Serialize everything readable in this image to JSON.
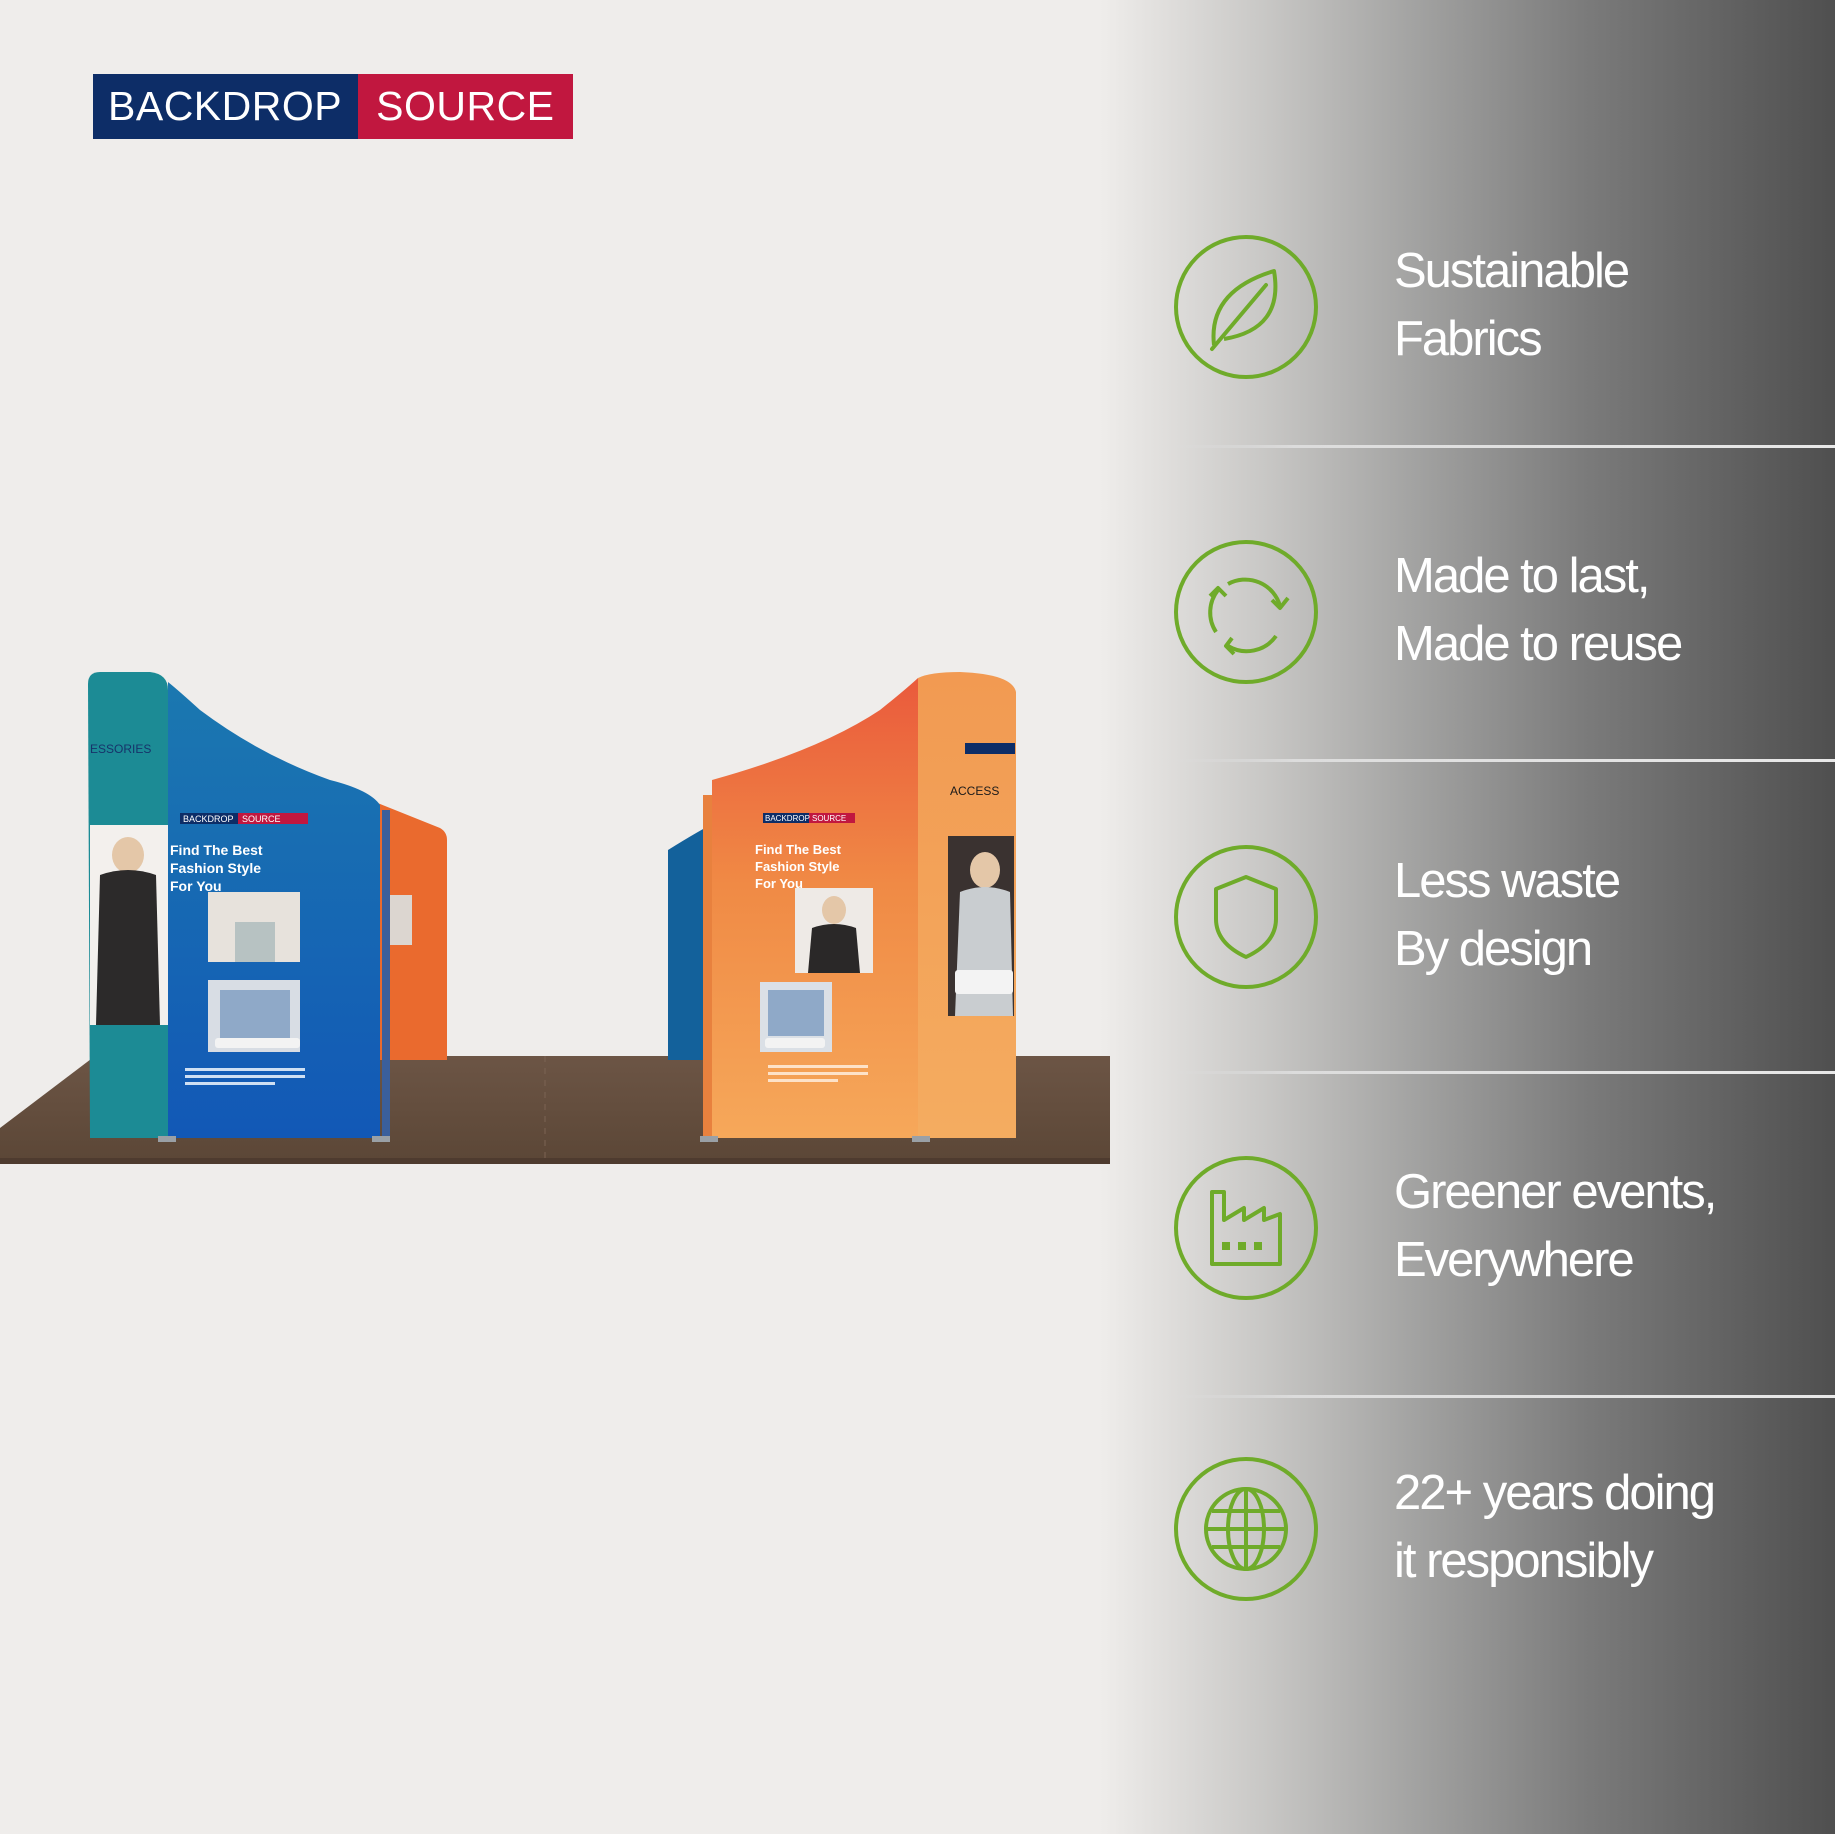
{
  "brand": {
    "part1": "BACKDROP",
    "part2": "SOURCE",
    "colors": {
      "navy": "#0d2d67",
      "red": "#c1173f"
    }
  },
  "accent_color": "#6fab2a",
  "features": [
    {
      "icon": "leaf-icon",
      "line1": "Sustainable",
      "line2": "Fabrics"
    },
    {
      "icon": "recycle-arrows-icon",
      "line1": "Made to last,",
      "line2": "Made to reuse"
    },
    {
      "icon": "shield-icon",
      "line1": "Less waste",
      "line2": "By design"
    },
    {
      "icon": "factory-icon",
      "line1": "Greener events,",
      "line2": "Everywhere"
    },
    {
      "icon": "globe-icon",
      "line1": "22+ years doing",
      "line2": "it responsibly"
    }
  ],
  "booth": {
    "left_panel_brand1": "BACKDROP",
    "left_panel_brand2": "SOURCE",
    "left_panel_headline": [
      "Find The Best",
      "Fashion Style",
      "For You"
    ],
    "right_panel_brand1": "BACKDROP",
    "right_panel_brand2": "SOURCE",
    "right_panel_headline": [
      "Find The Best",
      "Fashion Style",
      "For You"
    ]
  }
}
